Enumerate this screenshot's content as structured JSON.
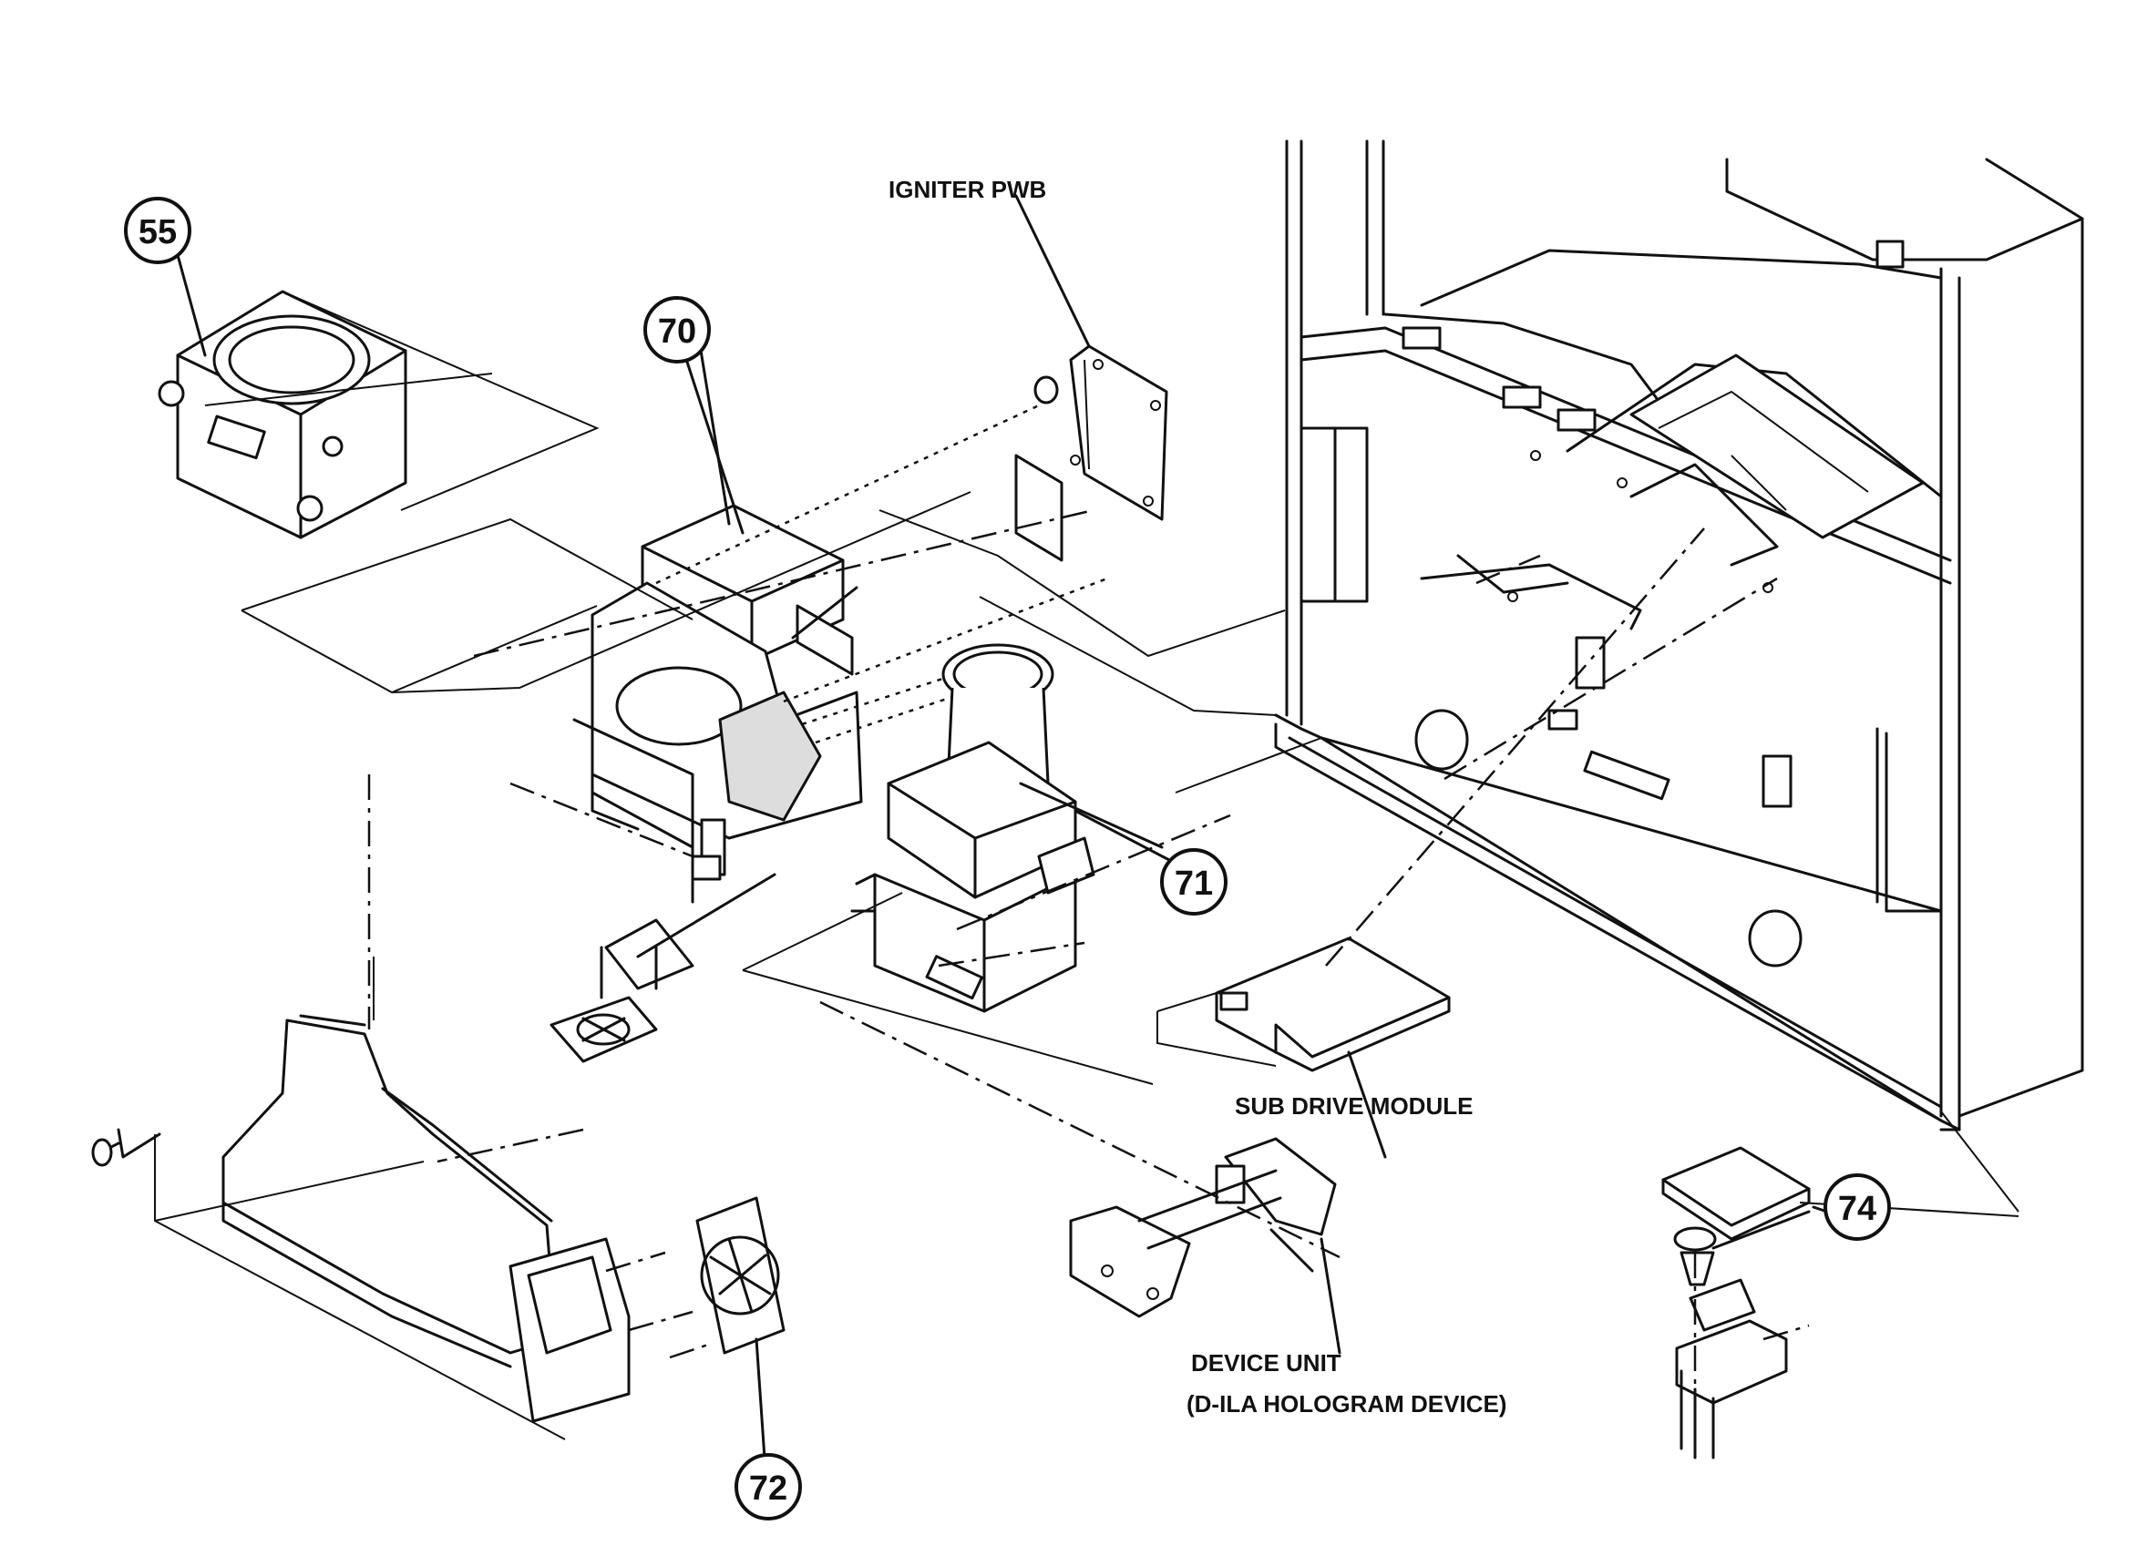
{
  "callouts": {
    "c55": "55",
    "c70": "70",
    "c71": "71",
    "c72": "72",
    "c74": "74"
  },
  "labels": {
    "igniter": "IGNITER PWB",
    "sub_drive": "SUB DRIVE MODULE",
    "device_line1": "DEVICE UNIT",
    "device_line2": "(D-ILA HOLOGRAM DEVICE)"
  }
}
